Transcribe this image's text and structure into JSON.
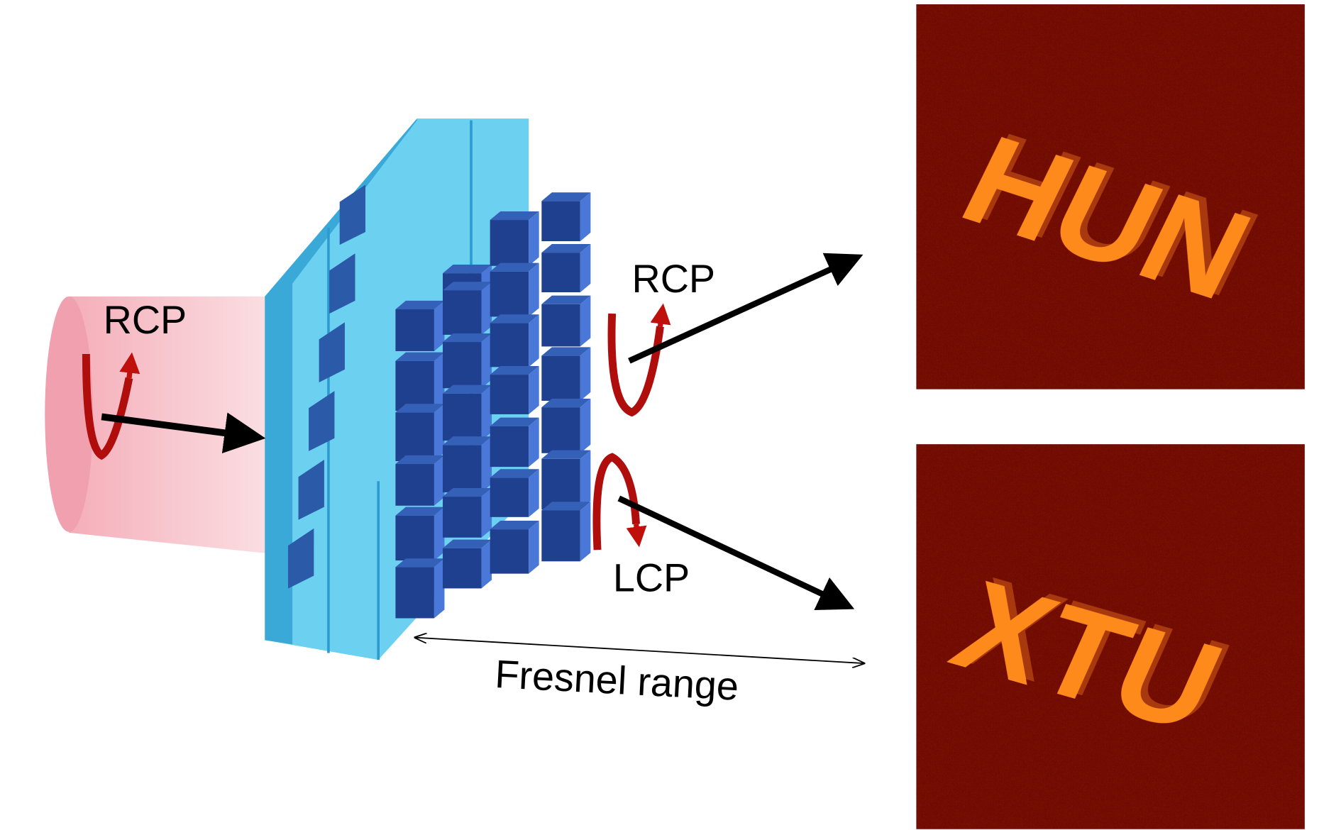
{
  "input_label": "RCP",
  "output_top_label": "RCP",
  "output_bottom_label": "LCP",
  "distance_label": "Fresnel range",
  "hologram_top_text": "HUN",
  "hologram_bottom_text": "XTU",
  "colors": {
    "beam": "#f2b8c0",
    "substrate": "#4cc4ec",
    "nanopillar": "#1f3f8f",
    "polarization_arrow": "#b00d0d",
    "hologram_bg": "#6e0a02",
    "hologram_text": "#ff8a1c"
  }
}
